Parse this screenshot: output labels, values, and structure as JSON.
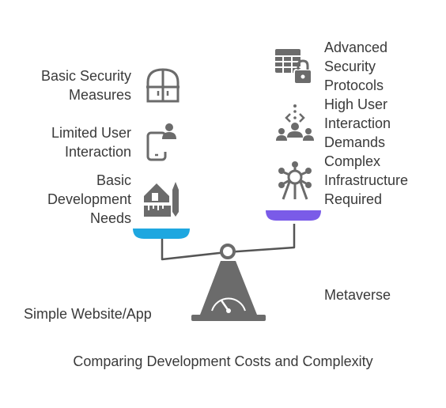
{
  "left": {
    "items": [
      {
        "label": "Basic Security\nMeasures",
        "icon": "door-icon"
      },
      {
        "label": "Limited User\nInteraction",
        "icon": "phone-user-icon"
      },
      {
        "label": "Basic\nDevelopment\nNeeds",
        "icon": "tools-house-icon"
      }
    ],
    "pan_color": "#1ea7e0",
    "base_label": "Simple Website/App"
  },
  "right": {
    "items": [
      {
        "label": "Advanced\nSecurity\nProtocols",
        "icon": "grid-lock-icon"
      },
      {
        "label": "High User\nInteraction\nDemands",
        "icon": "users-network-icon"
      },
      {
        "label": "Complex\nInfrastructure\nRequired",
        "icon": "atom-structure-icon"
      }
    ],
    "pan_color": "#7a5be8",
    "base_label": "Metaverse"
  },
  "title": "Comparing Development Costs and Complexity",
  "colors": {
    "icon": "#6b6b6b",
    "scale": "#6b6b6b"
  }
}
